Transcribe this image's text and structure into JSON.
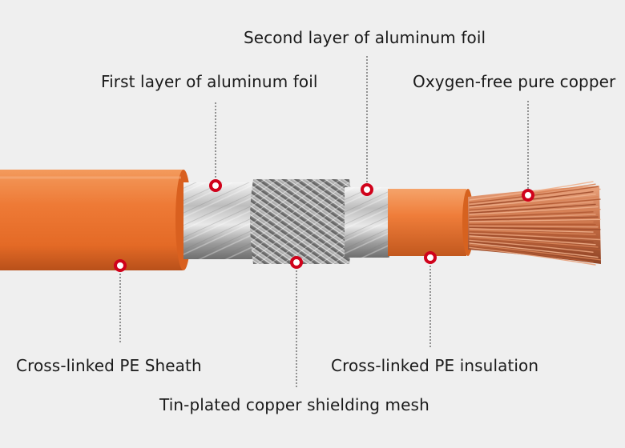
{
  "labels": {
    "second_foil": "Second layer of aluminum foil",
    "first_foil": "First layer of aluminum foil",
    "copper": "Oxygen-free pure copper",
    "sheath": "Cross-linked PE Sheath",
    "insulation": "Cross-linked PE insulation",
    "mesh": "Tin-plated copper shielding mesh"
  },
  "colors": {
    "background": "#efefef",
    "sheath_orange": "#e8702e",
    "marker_red": "#d0021b",
    "leader_line": "#555555",
    "copper": "#c9794f"
  }
}
